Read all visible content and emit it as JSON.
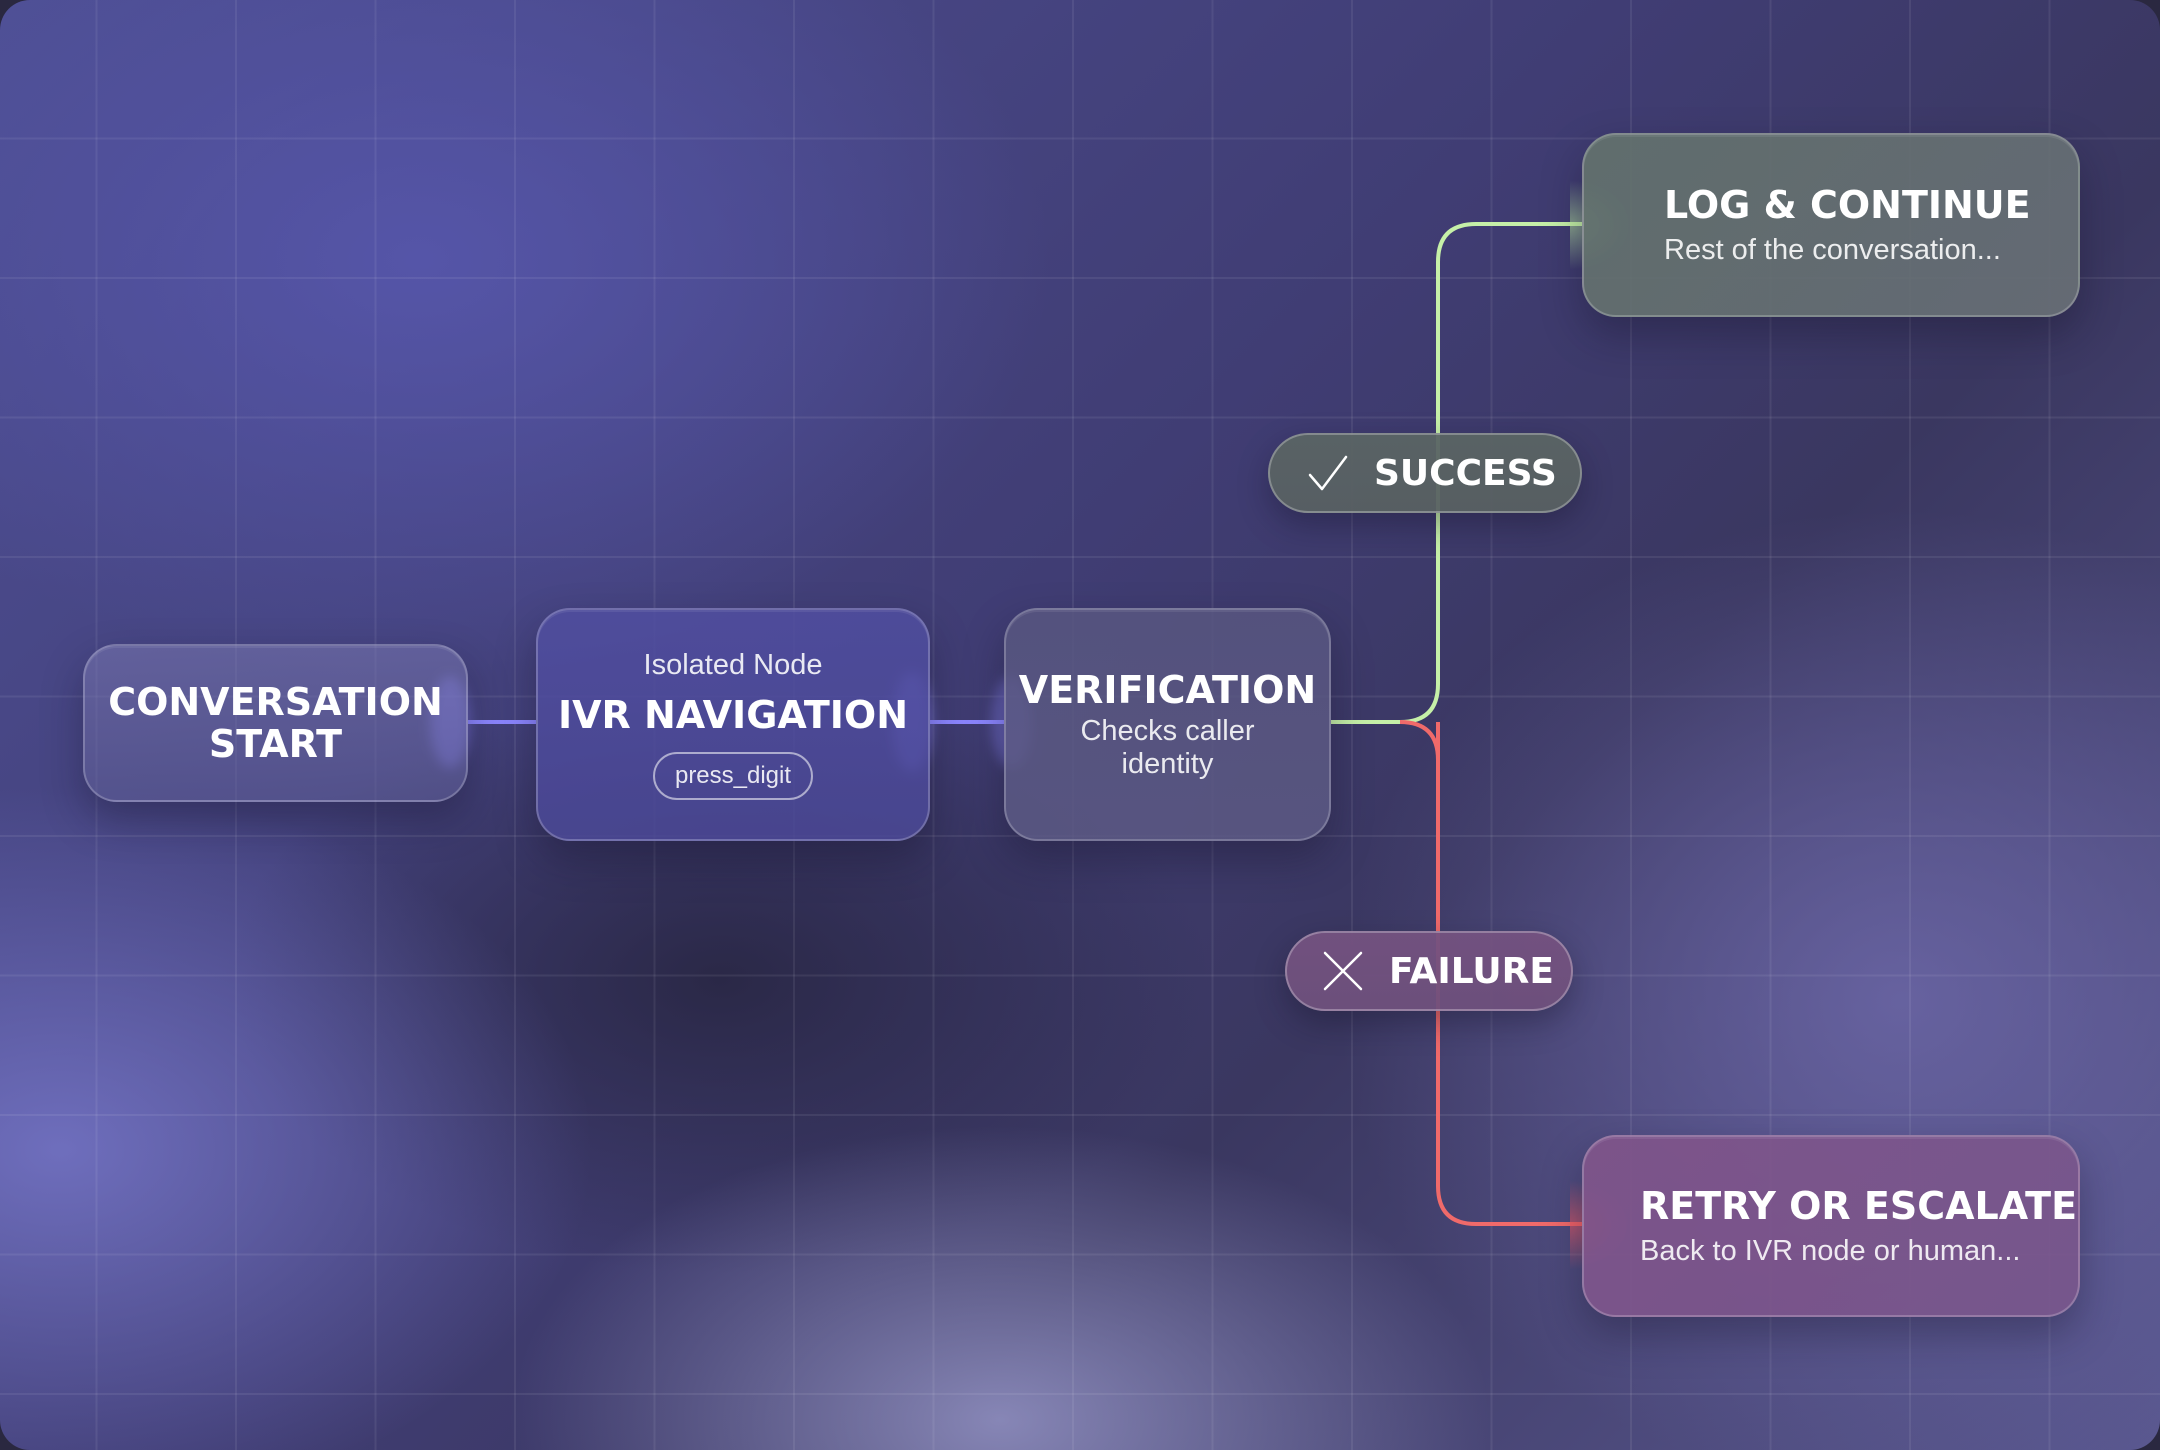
{
  "nodes": {
    "start": {
      "title_line1": "CONVERSATION",
      "title_line2": "START"
    },
    "ivr": {
      "caption": "Isolated Node",
      "title": "IVR NAVIGATION",
      "tag": "press_digit"
    },
    "verification": {
      "title": "VERIFICATION",
      "subtitle_line1": "Checks caller",
      "subtitle_line2": "identity"
    },
    "log": {
      "title": "LOG & CONTINUE",
      "subtitle": "Rest of the conversation..."
    },
    "retry": {
      "title": "RETRY OR ESCALATE",
      "subtitle": "Back to IVR node or human..."
    }
  },
  "branches": {
    "success": {
      "label": "SUCCESS",
      "icon": "check-icon",
      "color": "#c6f0a8"
    },
    "failure": {
      "label": "FAILURE",
      "icon": "close-icon",
      "color": "#f06a6a"
    }
  },
  "colors": {
    "connector": "#8c86ff",
    "success": "#c6f0a8",
    "failure": "#f06a6a"
  }
}
